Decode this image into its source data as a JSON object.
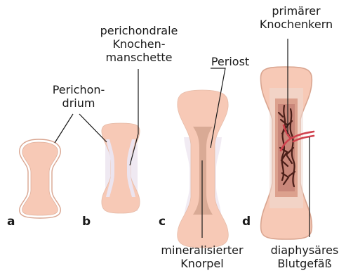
{
  "labels": {
    "perichondrium": [
      "Perichon-",
      "drium"
    ],
    "perichondral_bone_collar": [
      "perichondrale",
      "Knochen-",
      "manschette"
    ],
    "periosteum": [
      "Periost"
    ],
    "primary_ossification_center": [
      "primärer",
      "Knochenkern"
    ],
    "mineralized_cartilage": [
      "mineralisierter",
      "Knorpel"
    ],
    "diaphyseal_vessel": [
      "diaphysäres",
      "Blutgefäß"
    ]
  },
  "panels": [
    "a",
    "b",
    "c",
    "d"
  ],
  "colors": {
    "cartilage_fill": "#f7c9b6",
    "cartilage_stroke": "#d9a590",
    "perichondrium_ring": "#ffffff",
    "bone_collar": "#ede7f0",
    "mineralized_core": "#d9aa95",
    "vessel": "#d0424e",
    "ossification_dark": "#5a2a22",
    "line": "#1a1a1a"
  }
}
